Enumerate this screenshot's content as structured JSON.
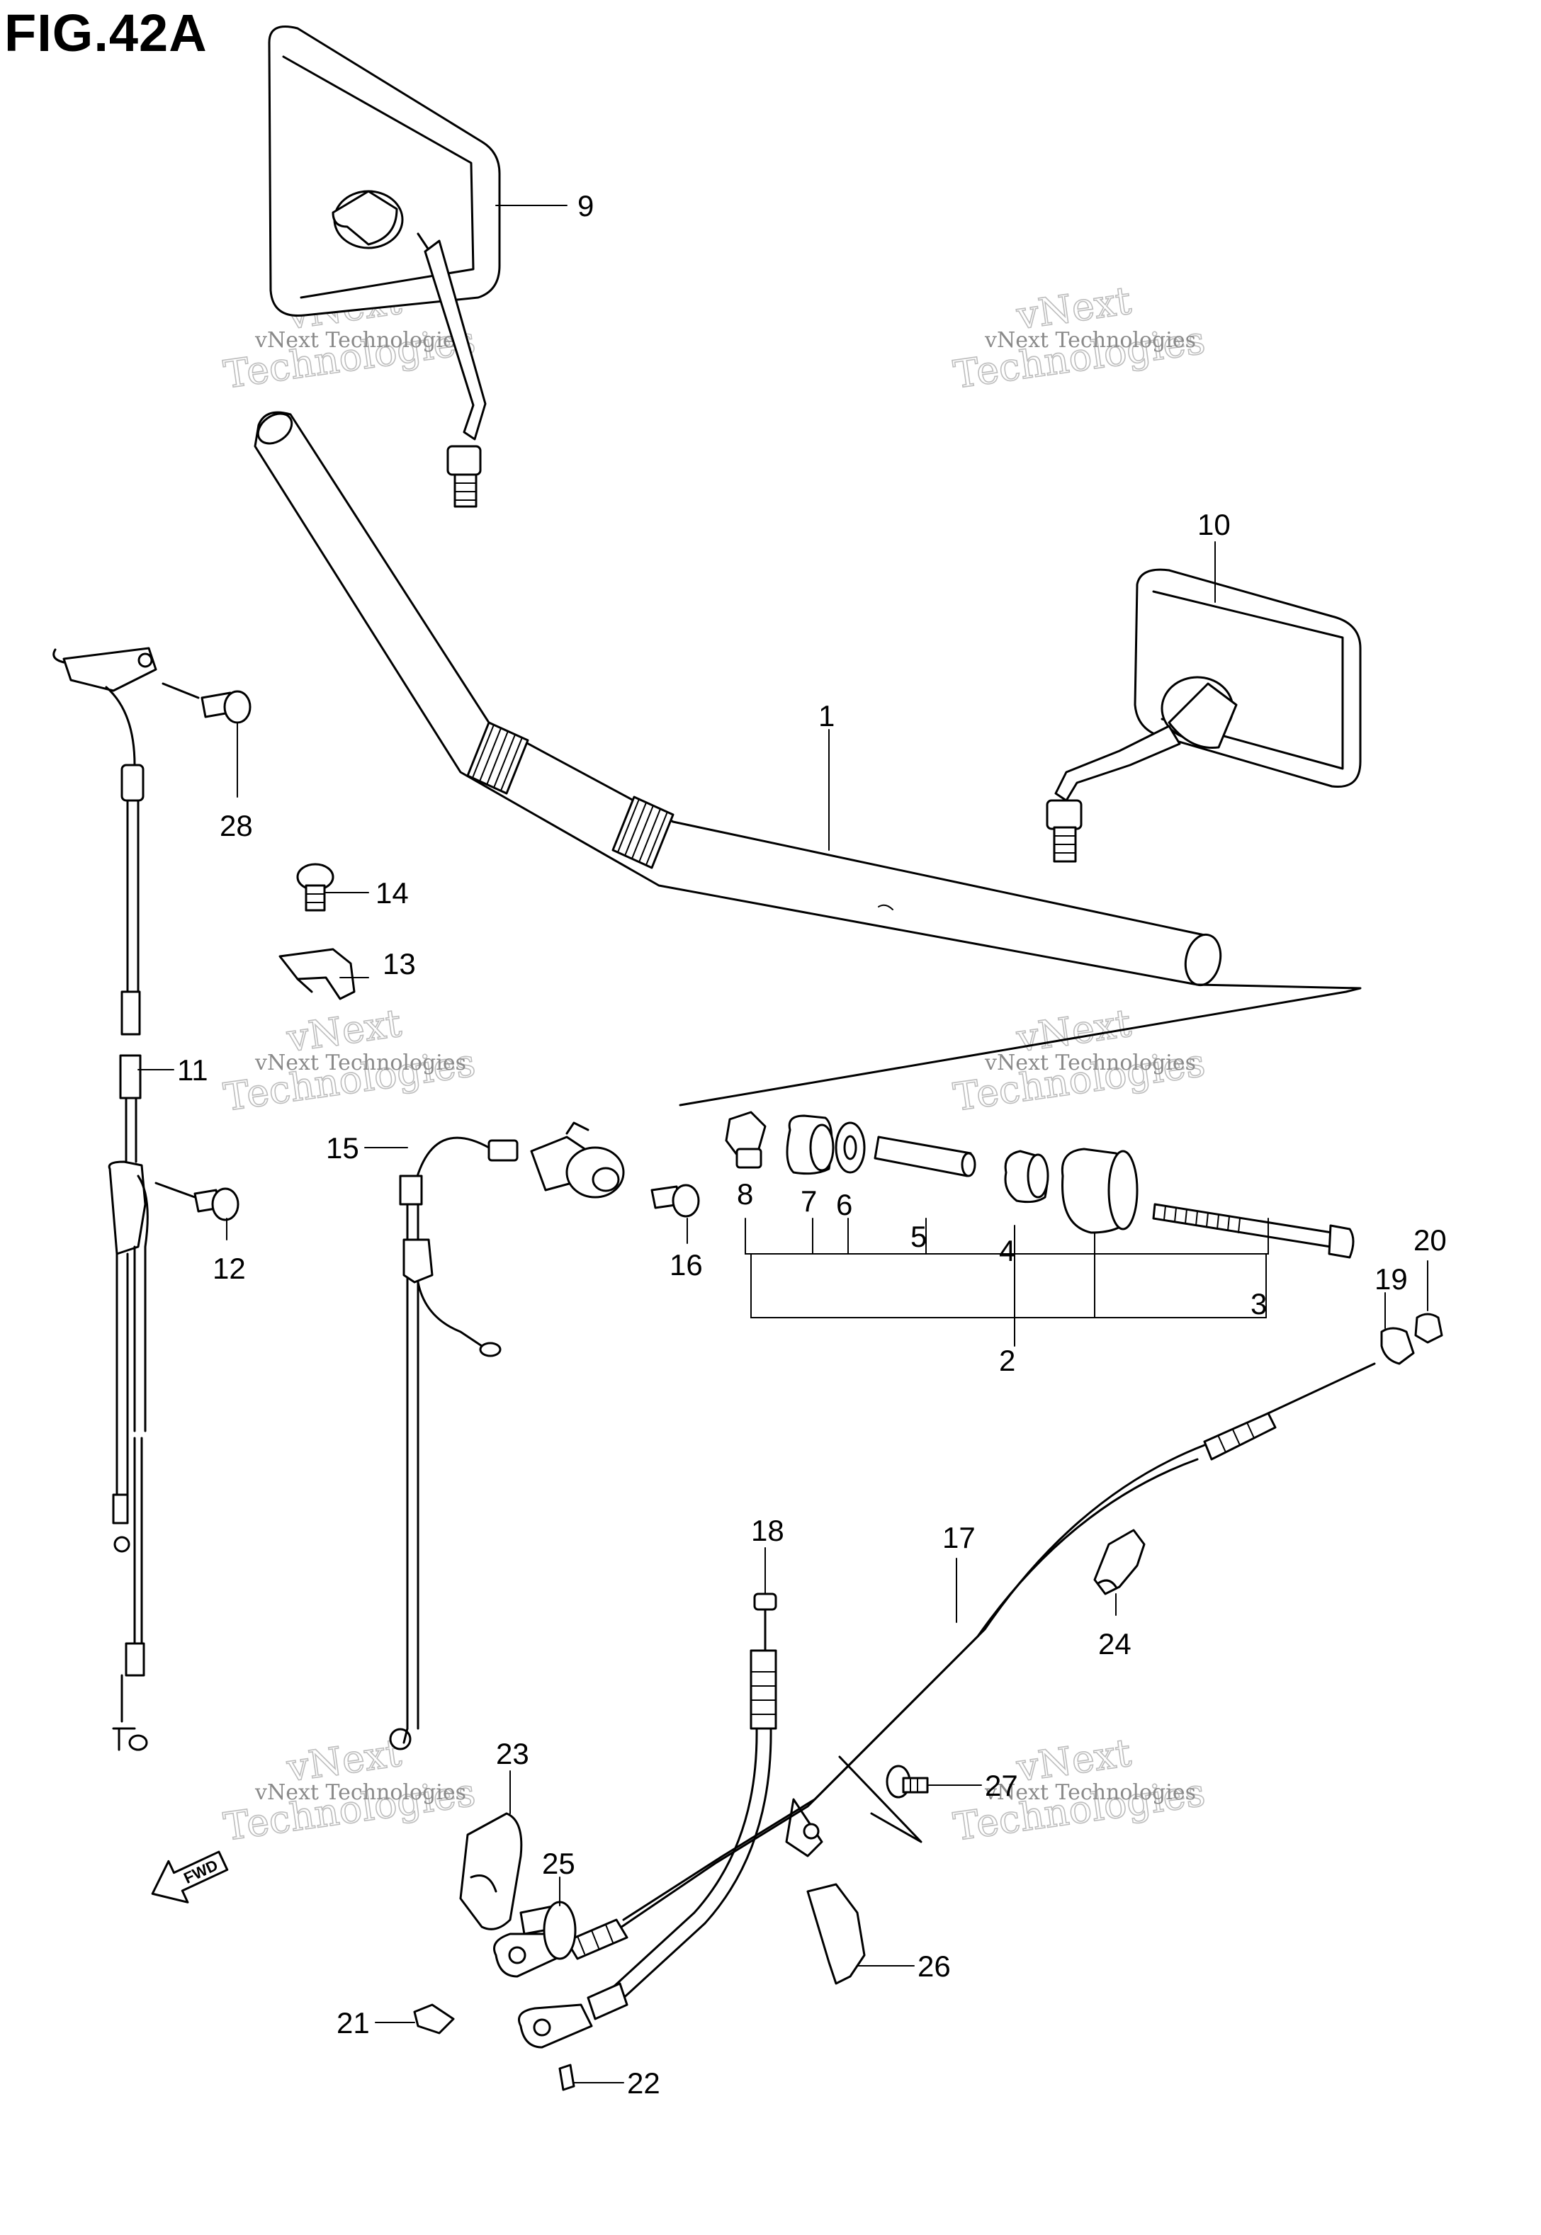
{
  "figure": {
    "title": "FIG.42A"
  },
  "callouts": [
    {
      "id": "1",
      "label": "1",
      "part": "handlebar"
    },
    {
      "id": "2",
      "label": "2",
      "part": "balancer-set"
    },
    {
      "id": "3",
      "label": "3",
      "part": "long-screw"
    },
    {
      "id": "4",
      "label": "4",
      "part": "small-weight"
    },
    {
      "id": "5",
      "label": "5",
      "part": "rubber-sleeve"
    },
    {
      "id": "6",
      "label": "6",
      "part": "washer"
    },
    {
      "id": "7",
      "label": "7",
      "part": "collar"
    },
    {
      "id": "8",
      "label": "8",
      "part": "nut"
    },
    {
      "id": "9",
      "label": "9",
      "part": "left-mirror"
    },
    {
      "id": "10",
      "label": "10",
      "part": "right-mirror"
    },
    {
      "id": "11",
      "label": "11",
      "part": "throttle-cable"
    },
    {
      "id": "12",
      "label": "12",
      "part": "screw"
    },
    {
      "id": "13",
      "label": "13",
      "part": "clamp"
    },
    {
      "id": "14",
      "label": "14",
      "part": "bolt"
    },
    {
      "id": "15",
      "label": "15",
      "part": "choke-cable"
    },
    {
      "id": "16",
      "label": "16",
      "part": "screw"
    },
    {
      "id": "17",
      "label": "17",
      "part": "clutch-cable"
    },
    {
      "id": "18",
      "label": "18",
      "part": "brake-cable"
    },
    {
      "id": "19",
      "label": "19",
      "part": "cable-end"
    },
    {
      "id": "20",
      "label": "20",
      "part": "cap"
    },
    {
      "id": "21",
      "label": "21",
      "part": "pin"
    },
    {
      "id": "22",
      "label": "22",
      "part": "cotter-pin"
    },
    {
      "id": "23",
      "label": "23",
      "part": "bracket-block"
    },
    {
      "id": "24",
      "label": "24",
      "part": "cable-guide"
    },
    {
      "id": "25",
      "label": "25",
      "part": "bolt"
    },
    {
      "id": "26",
      "label": "26",
      "part": "bracket"
    },
    {
      "id": "27",
      "label": "27",
      "part": "bolt"
    },
    {
      "id": "28",
      "label": "28",
      "part": "bolt"
    }
  ],
  "watermark": {
    "line1": "vNext Technologies",
    "line2": "Technologies",
    "logo": "vNext"
  },
  "fwd_marker": {
    "label": "FWD"
  }
}
